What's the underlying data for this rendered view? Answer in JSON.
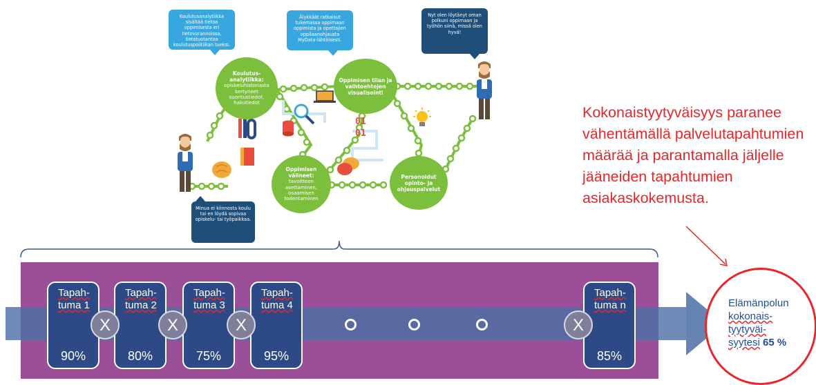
{
  "bubbles": {
    "analytics": "Koulutusanalytiikka sisältää tietoa oppimisesta eri tietovarannoissa, tietotuotantoa koulutuspolitiikan tueksi.",
    "smart": "Älykkäät ratkaisut tukemassa oppimaan oppimista ja opettajien oppilaanohjausta MyData-lähtöisesti.",
    "found": "Nyt olen löytänyt oman polkuni oppimaan ja työhön siinä, missä olen hyvä!",
    "lost": "Minua ei kiinnosta koulu tai en löydä sopivaa opiskelu- tai työpaikkaa."
  },
  "nodes": {
    "analytiikka": {
      "title": "Koulutus-analytiikka:",
      "body": "opiskeluhistoriasta kertyneet suoritustiedot, hakutiedot"
    },
    "visualisointi": {
      "title": "Oppimisen tilan ja vaihtoehtojen visualisointi",
      "body": ""
    },
    "valineet": {
      "title": "Oppimisen välineet:",
      "body": "tavoitteen asettaminen, osaamisen todentaminen"
    },
    "personoidut": {
      "title": "Personoidut opinto- ja ohjauspalvelut",
      "body": ""
    }
  },
  "binary": {
    "line1": "01",
    "line2": "01"
  },
  "callout": "Kokonaistyytyväisyys paranee vähentämällä palvelutapahtumien määrää ja parantamalla jäljelle jääneiden tapahtumien asiakaskokemusta.",
  "events": [
    {
      "label1": "Tapah-",
      "label2": "tuma 1",
      "value": "90%"
    },
    {
      "label1": "Tapah-",
      "label2": "tuma 2",
      "value": "80%"
    },
    {
      "label1": "Tapah-",
      "label2": "tuma 3",
      "value": "75%"
    },
    {
      "label1": "Tapah-",
      "label2": "tuma 4",
      "value": "95%"
    },
    {
      "label1": "Tapah-",
      "label2": "tuma n",
      "value": "85%"
    }
  ],
  "x_mark": "X",
  "result": {
    "line1": "Elämänpolun",
    "line2": "kokonais-",
    "line3": "tyytyväi-",
    "line4": "syytesi",
    "value": "65 %"
  },
  "colors": {
    "purple_band": "#9b4f96",
    "event_box": "#2e4a86",
    "arrow": "#4a6fa5",
    "green": "#7cbf3d",
    "blue_bubble": "#39a7df",
    "dark_bubble": "#1f4e79",
    "red": "#e8262a"
  }
}
